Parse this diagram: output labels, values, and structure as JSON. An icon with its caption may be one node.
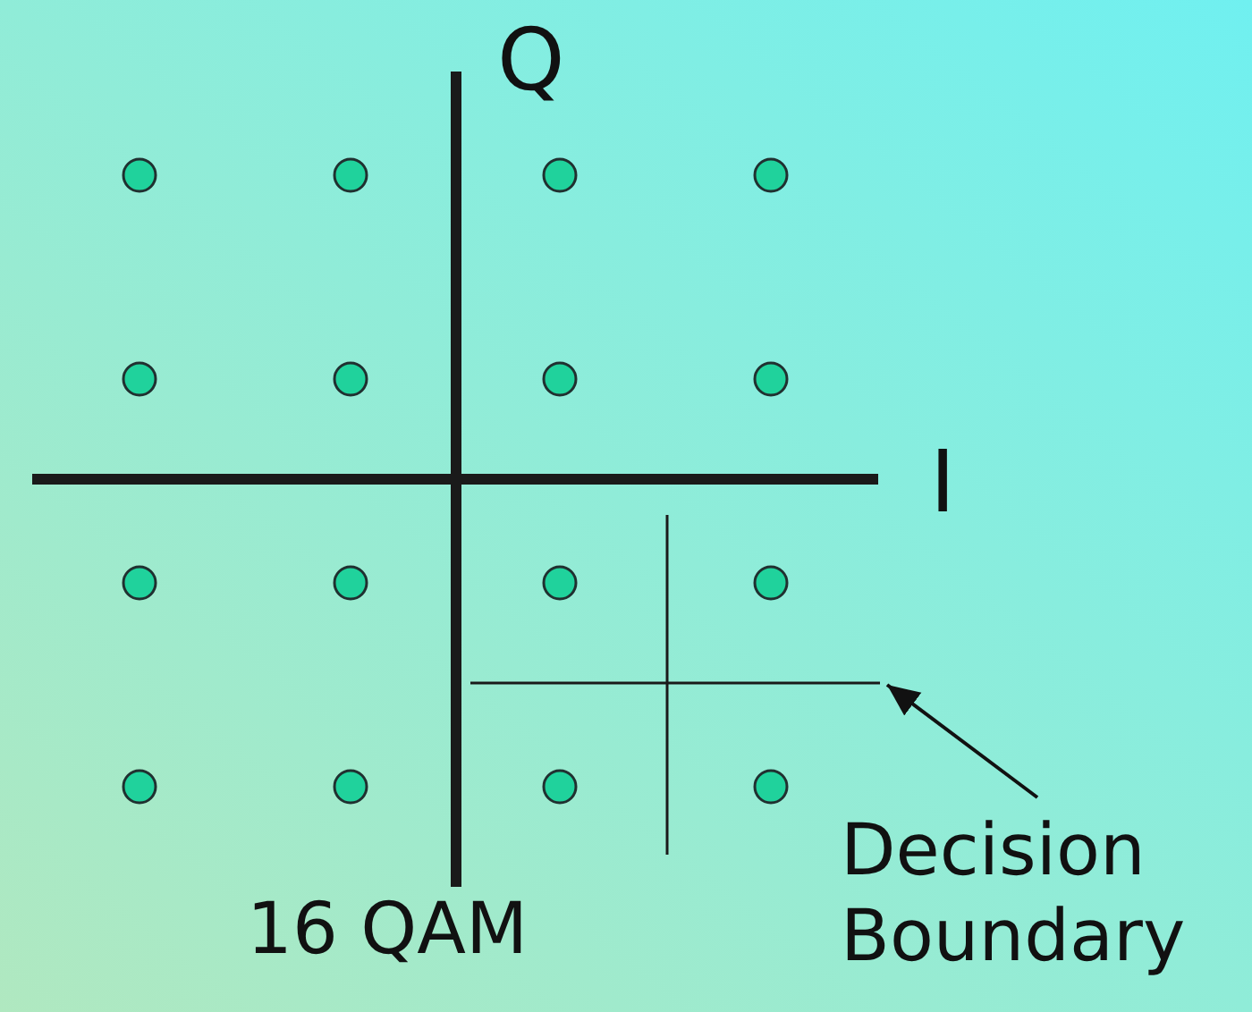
{
  "diagram": {
    "nodes": [
      {
        "text": [
          "Decision Boundary"
        ]
      },
      {
        "text": [],
        "shape": "cross"
      }
    ],
    "edges": [
      {
        "from": 0,
        "to": 1,
        "arrow": "to"
      }
    ],
    "labels": [
      "Q",
      "I",
      "16 QAM"
    ]
  }
}
